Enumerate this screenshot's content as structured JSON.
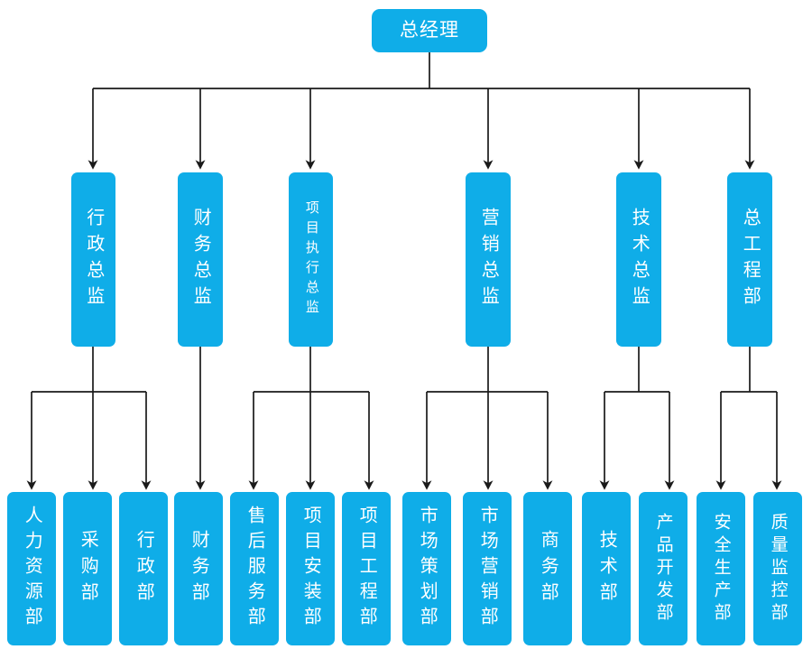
{
  "diagram": {
    "title": "总经理",
    "type": "org-chart",
    "colors": {
      "node_fill": "#0FADE8",
      "node_text": "#FFFFFF",
      "connector": "#1A1A1A",
      "background": "#FFFFFF"
    },
    "levels": {
      "root": {
        "label": "总经理"
      },
      "level2": [
        {
          "id": "admin-director",
          "label": "行政总监"
        },
        {
          "id": "finance-director",
          "label": "财务总监"
        },
        {
          "id": "project-exec-director",
          "label": "项目执行总监"
        },
        {
          "id": "marketing-director",
          "label": "营销总监"
        },
        {
          "id": "tech-director",
          "label": "技术总监"
        },
        {
          "id": "chief-engineering-dept",
          "label": "总工程部"
        }
      ],
      "level3": [
        {
          "id": "hr-dept",
          "label": "人力资源部",
          "parent": "admin-director"
        },
        {
          "id": "purchasing-dept",
          "label": "采购部",
          "parent": "admin-director"
        },
        {
          "id": "admin-dept",
          "label": "行政部",
          "parent": "admin-director"
        },
        {
          "id": "finance-dept",
          "label": "财务部",
          "parent": "finance-director"
        },
        {
          "id": "after-sales-dept",
          "label": "售后服务部",
          "parent": "project-exec-director"
        },
        {
          "id": "project-install-dept",
          "label": "项目安装部",
          "parent": "project-exec-director"
        },
        {
          "id": "project-engineering-dept",
          "label": "项目工程部",
          "parent": "project-exec-director"
        },
        {
          "id": "market-planning-dept",
          "label": "市场策划部",
          "parent": "marketing-director"
        },
        {
          "id": "market-sales-dept",
          "label": "市场营销部",
          "parent": "marketing-director"
        },
        {
          "id": "business-dept",
          "label": "商务部",
          "parent": "marketing-director"
        },
        {
          "id": "technology-dept",
          "label": "技术部",
          "parent": "tech-director"
        },
        {
          "id": "product-dev-dept",
          "label": "产品开发部",
          "parent": "tech-director"
        },
        {
          "id": "safety-production-dept",
          "label": "安全生产部",
          "parent": "chief-engineering-dept"
        },
        {
          "id": "quality-control-dept",
          "label": "质量监控部",
          "parent": "chief-engineering-dept"
        }
      ]
    }
  }
}
